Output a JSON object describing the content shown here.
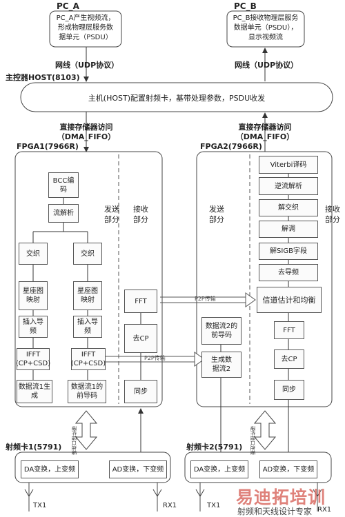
{
  "pc_a": {
    "label": "PC_A",
    "desc_line1": "PC_A产生视频流，",
    "desc_line2": "形成物理层服务数",
    "desc_line3": "据单元（PSDU）"
  },
  "pc_b": {
    "label": "PC_B",
    "desc_line1": "PC_B接收物理层服务",
    "desc_line2": "数据单元（PSDU），",
    "desc_line3": "显示视频流"
  },
  "network_label_left": "网线（UDP协议）",
  "network_label_right": "网线（UDP协议）",
  "host": {
    "label": "主控器HOST(8103)",
    "desc": "主机(HOST)配置射频卡，基带处理参数，PSDU收发"
  },
  "dma_left_line1": "直接存储器访问",
  "dma_left_line2": "（DMA_FIFO）",
  "dma_right_line1": "直接存储器访问",
  "dma_right_line2": "（DMA_FIFO）",
  "fpga1": {
    "label": "FPGA1(7966R)",
    "tx_label_line1": "发送",
    "tx_label_line2": "部分",
    "rx_label_line1": "接收",
    "rx_label_line2": "部分",
    "bcc_line1": "BCC编",
    "bcc_line2": "码",
    "stream_parse": "流解析",
    "interleave_a": "交织",
    "interleave_b": "交织",
    "map_a_line1": "星座图",
    "map_a_line2": "映射",
    "map_b_line1": "星座图",
    "map_b_line2": "映射",
    "pilot_a_line1": "插入导",
    "pilot_a_line2": "频",
    "pilot_b_line1": "插入导",
    "pilot_b_line2": "频",
    "ifft_a_line1": "IFFT",
    "ifft_a_line2": "(CP+CSD)",
    "ifft_b_line1": "IFFT",
    "ifft_b_line2": "(CP+CSD)",
    "gen1_line1": "数据流1生",
    "gen1_line2": "成",
    "preamble1_line1": "数据流1的",
    "preamble1_line2": "前导码",
    "fft": "FFT",
    "remove_cp": "去CP",
    "sync": "同步"
  },
  "fpga2": {
    "label": "FPGA2(7966R)",
    "tx_label_line1": "发送",
    "tx_label_line2": "部分",
    "rx_label_line1": "接收",
    "rx_label_line2": "部分",
    "preamble2_line1": "数据流2的",
    "preamble2_line2": "前导码",
    "gen2_line1": "生成数",
    "gen2_line2": "据流2",
    "viterbi": "Viterbi译码",
    "inverse_parse": "逆流解析",
    "deinterleave": "解交织",
    "demod": "解调",
    "sigb": "解SIGB字段",
    "depilot": "去导频",
    "channel_eq": "信道估计和均衡",
    "fft": "FFT",
    "remove_cp": "去CP",
    "sync": "同步"
  },
  "p2p_top": "P2P传输",
  "p2p_bottom": "P2P传输",
  "hw_link_left": "硬件接口连接",
  "hw_link_right": "硬件接口连接",
  "rf1": {
    "label": "射频卡1(5791)",
    "da": "DA变换，上变频",
    "ad": "AD变换，下变频",
    "tx": "TX1",
    "rx": "RX1"
  },
  "rf2": {
    "label": "射频卡2(5791)",
    "da": "DA变换，上变频",
    "ad": "AD变换，下变频",
    "tx": "TX1",
    "rx": "RX1"
  },
  "watermark": {
    "line1": "易迪拓培训",
    "line2": "射频和天线设计专家"
  }
}
